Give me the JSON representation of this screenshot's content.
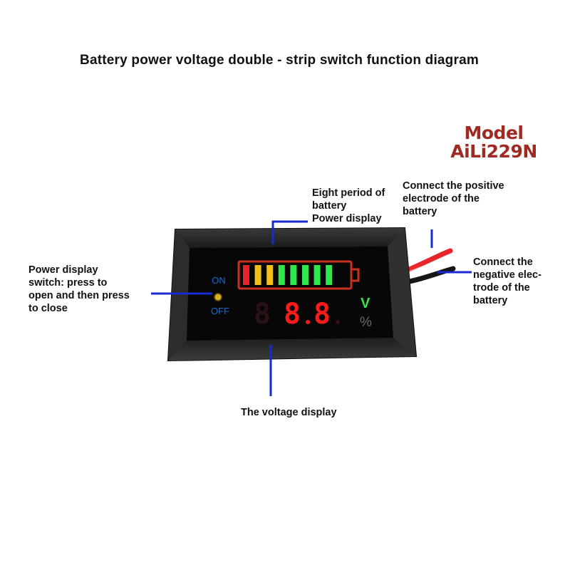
{
  "title": "Battery power voltage double - strip switch function diagram",
  "model": {
    "line1": "Model",
    "line2": "AiLi229N",
    "color": "#a02a22"
  },
  "labels": {
    "battery_bar": [
      "Eight period of",
      "battery",
      "Power display"
    ],
    "positive": [
      "Connect the positive",
      "electrode of the",
      "battery"
    ],
    "negative": [
      "Connect the",
      "negative elec-",
      "trode of the",
      "battery"
    ],
    "switch": [
      "Power display",
      "switch: press to",
      "open and then press",
      "to close"
    ],
    "voltage": "The voltage display"
  },
  "device": {
    "switch_on": "ON",
    "switch_off": "OFF",
    "unit_volt": "V",
    "unit_percent": "%",
    "segments": 8,
    "segment_colors": [
      "#e8232a",
      "#f0c020",
      "#f0c020",
      "#2ee84a",
      "#2ee84a",
      "#2ee84a",
      "#2ee84a",
      "#2ee84a"
    ],
    "reading_color": "#ff1a1a",
    "volt_color": "#2ee84a",
    "leader_color": "#1a2ad0"
  }
}
